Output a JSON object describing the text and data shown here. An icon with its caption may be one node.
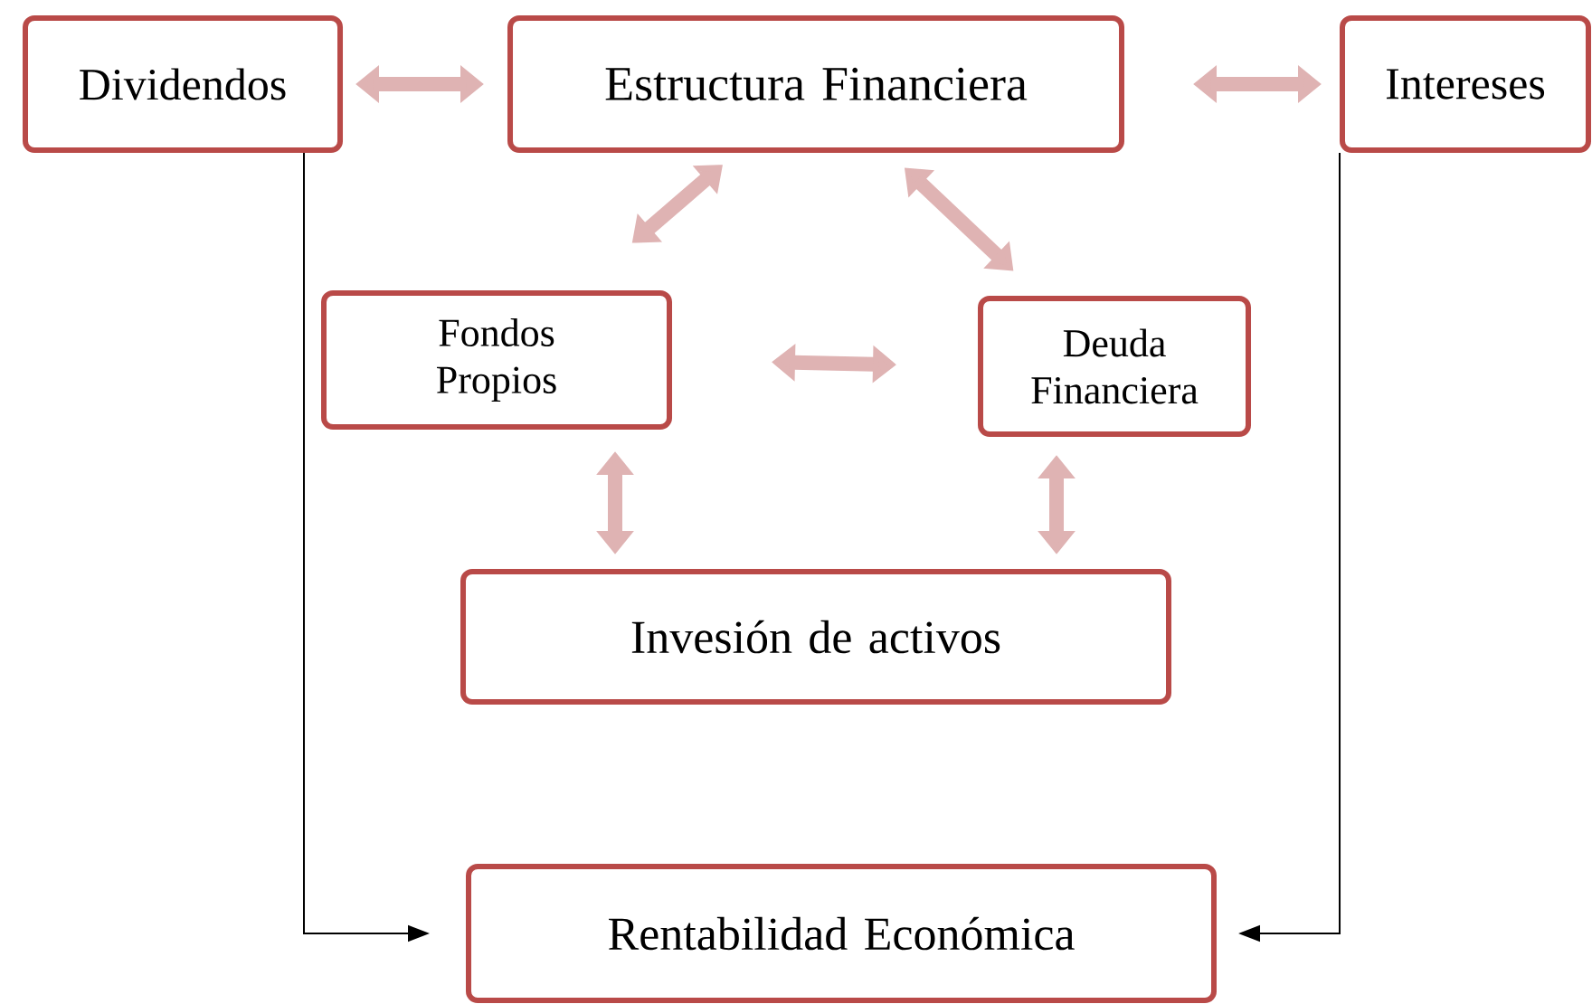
{
  "diagram": {
    "nodes": [
      {
        "text": [
          "Dividendos"
        ]
      },
      {
        "text": [
          "Estructura Financiera"
        ]
      },
      {
        "text": [
          "Intereses"
        ]
      },
      {
        "text": [
          "Fondos Propios"
        ]
      },
      {
        "text": [
          "Deuda Financiera"
        ]
      },
      {
        "text": [
          "Invesión de activos"
        ]
      },
      {
        "text": [
          "Rentabilidad Económica"
        ]
      }
    ],
    "edges": [
      {
        "from": 0,
        "to": 1,
        "arrow": "both"
      },
      {
        "from": 1,
        "to": 2,
        "arrow": "both"
      },
      {
        "from": 3,
        "to": 1,
        "arrow": "both"
      },
      {
        "from": 1,
        "to": 4,
        "arrow": "both"
      },
      {
        "from": 3,
        "to": 4,
        "arrow": "both"
      },
      {
        "from": 3,
        "to": 5,
        "arrow": "both"
      },
      {
        "from": 4,
        "to": 5,
        "arrow": "both"
      },
      {
        "from": 0,
        "to": 6,
        "arrow": "to",
        "color": "#000000"
      },
      {
        "from": 2,
        "to": 6,
        "arrow": "to",
        "color": "#000000"
      }
    ]
  }
}
